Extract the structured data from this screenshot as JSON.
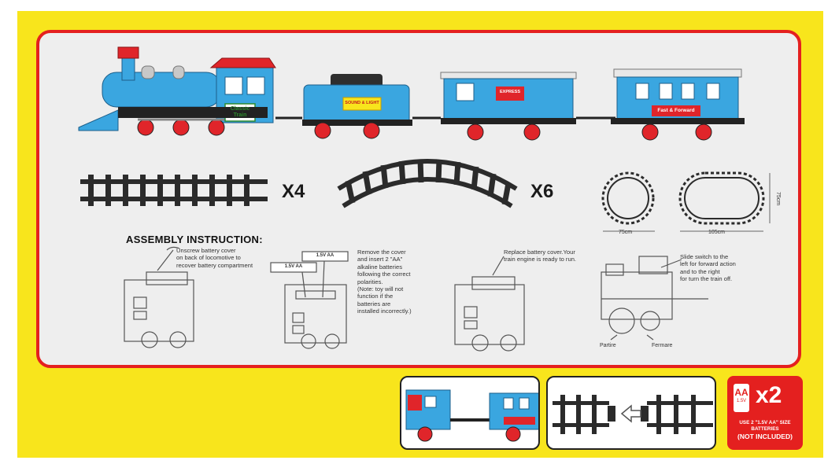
{
  "colors": {
    "box_yellow": "#f8e51c",
    "frame_red": "#e4201f",
    "train_blue": "#3aa6e0",
    "wheel_red": "#e0252a",
    "track": "#2b2b2b"
  },
  "train": {
    "locomotive_badge": "Classic Train",
    "tender_label": "SOUND & LIGHT",
    "wagon_label": "EXPRESS",
    "coach_label": "Fast & Forward"
  },
  "tracks": {
    "straight_count": "X4",
    "curved_count": "X6"
  },
  "layouts": {
    "circle_width": "75cm",
    "oval_width": "105cm",
    "oval_height": "75cm"
  },
  "assembly": {
    "heading": "ASSEMBLY INSTRUCTION:",
    "step1": [
      "Unscrew battery cover",
      "on back of locomotive to",
      "recover battery compartment"
    ],
    "step2": [
      "Remove the cover",
      "and insert 2 \"AA\"",
      "alkaline batteries",
      "following the correct",
      "polarities.",
      "(Note: toy will not",
      "function if the",
      "batteries are",
      "installed incorrectly.)"
    ],
    "step2_battery_labels": [
      "1.5V AA",
      "1.5V AA"
    ],
    "step3": [
      "Replace battery cover.Your",
      "train engine is ready to run."
    ],
    "step4": [
      "Slide switch to the",
      "left for forward action",
      "and to the right",
      "for turn the train off."
    ],
    "switch_left": "Partire",
    "switch_right": "Fermare"
  },
  "battery_badge": {
    "type_top": "AA",
    "type_bottom": "1.5V",
    "count": "x2",
    "note_line1": "USE 2 \"1.5V AA\" SIZE",
    "note_line2": "BATTERIES",
    "note_line3": "(NOT INCLUDED)"
  }
}
